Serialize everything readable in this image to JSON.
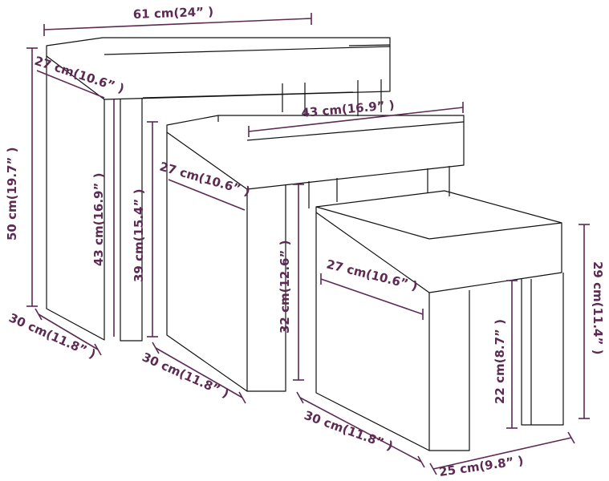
{
  "colors": {
    "dimension": "#5c2a52",
    "outline": "#111111"
  },
  "dimensions": {
    "large": {
      "width": "61 cm(24” )",
      "top_depth": "27 cm(10.6” )",
      "height": "50 cm(19.7” )",
      "inner_height": "43 cm(16.9” )",
      "depth": "30 cm(11.8” )"
    },
    "medium": {
      "width": "43 cm(16.9” )",
      "top_depth": "27 cm(10.6” )",
      "height": "39 cm(15.4” )",
      "inner_height": "32 cm(12.6” )",
      "depth": "30 cm(11.8” )"
    },
    "small": {
      "top_depth": "27 cm(10.6” )",
      "height": "29 cm(11.4” )",
      "inner_height": "22 cm(8.7” )",
      "depth": "30 cm(11.8” )",
      "width": "25 cm(9.8” )"
    }
  }
}
